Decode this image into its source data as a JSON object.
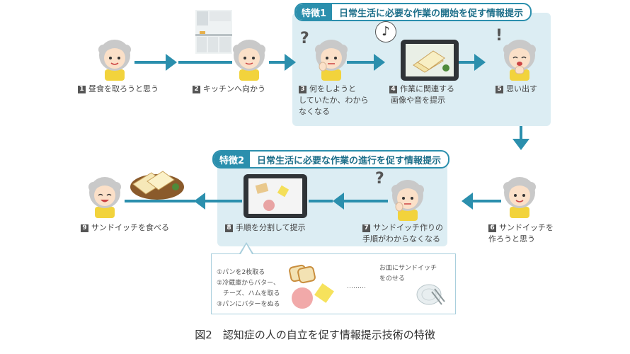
{
  "feature1": {
    "tag": "特徴1",
    "title": "日常生活に必要な作業の開始を促す情報提示"
  },
  "feature2": {
    "tag": "特徴2",
    "title": "日常生活に必要な作業の進行を促す情報提示"
  },
  "steps": [
    {
      "num": "1",
      "text": "昼食を取ろうと思う"
    },
    {
      "num": "2",
      "text": "キッチンへ向かう"
    },
    {
      "num": "3",
      "lines": [
        "何をしようと",
        "していたか、わから",
        "なくなる"
      ]
    },
    {
      "num": "4",
      "lines": [
        "作業に関連する",
        "画像や音を提示"
      ]
    },
    {
      "num": "5",
      "text": "思い出す"
    },
    {
      "num": "6",
      "lines": [
        "サンドイッチを",
        "作ろうと思う"
      ]
    },
    {
      "num": "7",
      "lines": [
        "サンドイッチ作りの",
        "手順がわからなくなる"
      ]
    },
    {
      "num": "8",
      "text": "手順を分割して提示"
    },
    {
      "num": "9",
      "text": "サンドイッチを食べる"
    }
  ],
  "marks": {
    "question": "?",
    "exclaim": "!",
    "note": "♪"
  },
  "procedure": {
    "lines": [
      "①パンを2枚取る",
      "②冷蔵庫からバター、",
      "　チーズ、ハムを取る",
      "③パンにバターをぬる"
    ],
    "ellipsis": "………",
    "final_lines": [
      "お皿にサンドイッチ",
      "をのせる"
    ]
  },
  "caption": "図2　認知症の人の自立を促す情報提示技術の特徴",
  "colors": {
    "accent": "#2b8fad",
    "panel": "#dcedf3"
  }
}
